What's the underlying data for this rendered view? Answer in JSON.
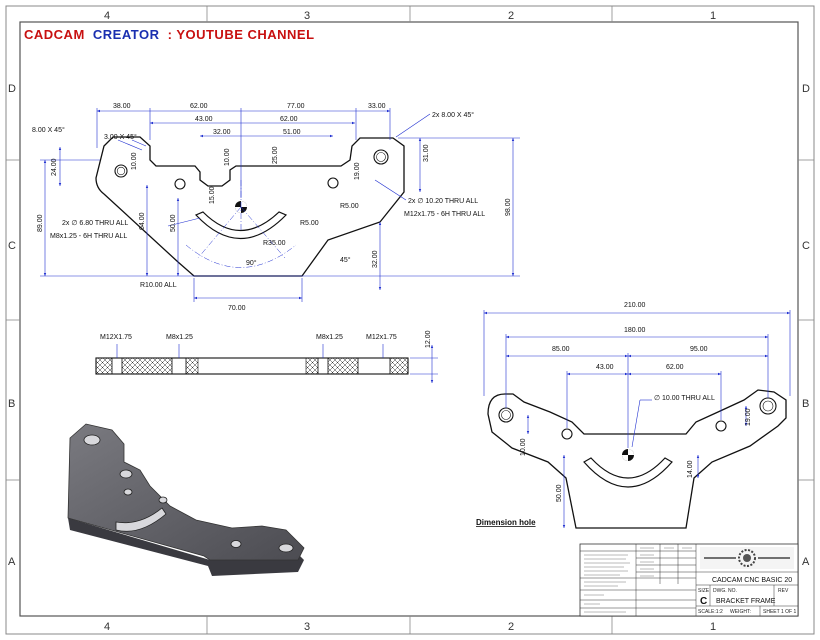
{
  "header": {
    "title_part1": "CADCAM",
    "title_part2": "CREATOR",
    "title_part3": ": YOUTUBE CHANNEL"
  },
  "colors": {
    "title_red": "#c81010",
    "title_blue": "#1a2fb0",
    "dim_blue": "#1f2fd0",
    "part_dark": "#5a5a60"
  },
  "zones": {
    "columns": [
      "4",
      "3",
      "2",
      "1"
    ],
    "rows": [
      "D",
      "C",
      "B",
      "A"
    ]
  },
  "top_view": {
    "dims": {
      "d38": "38.00",
      "d62a": "62.00",
      "d77": "77.00",
      "d33": "33.00",
      "d43a": "43.00",
      "d62b": "62.00",
      "d32": "32.00",
      "d51": "51.00",
      "d10a": "10.00",
      "d25": "25.00",
      "d31": "31.00",
      "d24": "24.00",
      "d10b": "10.00",
      "d19": "19.00",
      "d89": "89.00",
      "d98": "98.00",
      "d64": "64.00",
      "d15": "15.00",
      "d50": "50.00",
      "d32b": "32.00",
      "d70": "70.00",
      "r5a": "R5.00",
      "r5b": "R5.00",
      "r35": "R35.00",
      "r10": "R10.00 ALL",
      "ang90": "90°",
      "ang45": "45°"
    },
    "notes": {
      "chamfer_left": "8.00 X 45°",
      "chamfer_small": "3.00 X 45°",
      "chamfer_right": "2x 8.00 X 45°",
      "hole_left": "2x ∅ 6.80 THRU ALL",
      "tap_left": "M8x1.25 - 6H THRU ALL",
      "hole_right": "2x ∅ 10.20 THRU ALL",
      "tap_right": "M12x1.75 - 6H THRU ALL"
    }
  },
  "section_view": {
    "labels": {
      "m12_left": "M12X1.75",
      "m8_left": "M8x1.25",
      "m8_right": "M8x1.25",
      "m12_right": "M12x1.75"
    },
    "thickness": "12.00"
  },
  "detail_view": {
    "dims": {
      "d210": "210.00",
      "d180": "180.00",
      "d85": "85.00",
      "d95": "95.00",
      "d43": "43.00",
      "d62": "62.00",
      "d10": "10.00",
      "d19": "19.00",
      "d14": "14.00",
      "d50": "50.00"
    },
    "hole_note": "∅ 10.00 THRU ALL",
    "caption": "Dimension hole"
  },
  "title_block": {
    "company_name": "CADCAM CNC BASIC 20",
    "size_label": "SIZE",
    "size": "C",
    "dwg_label": "DWG. NO.",
    "title": "BRACKET FRAME",
    "rev_label": "REV",
    "scale": "SCALE:1:2",
    "weight": "WEIGHT:",
    "sheet": "SHEET 1 OF 1"
  }
}
